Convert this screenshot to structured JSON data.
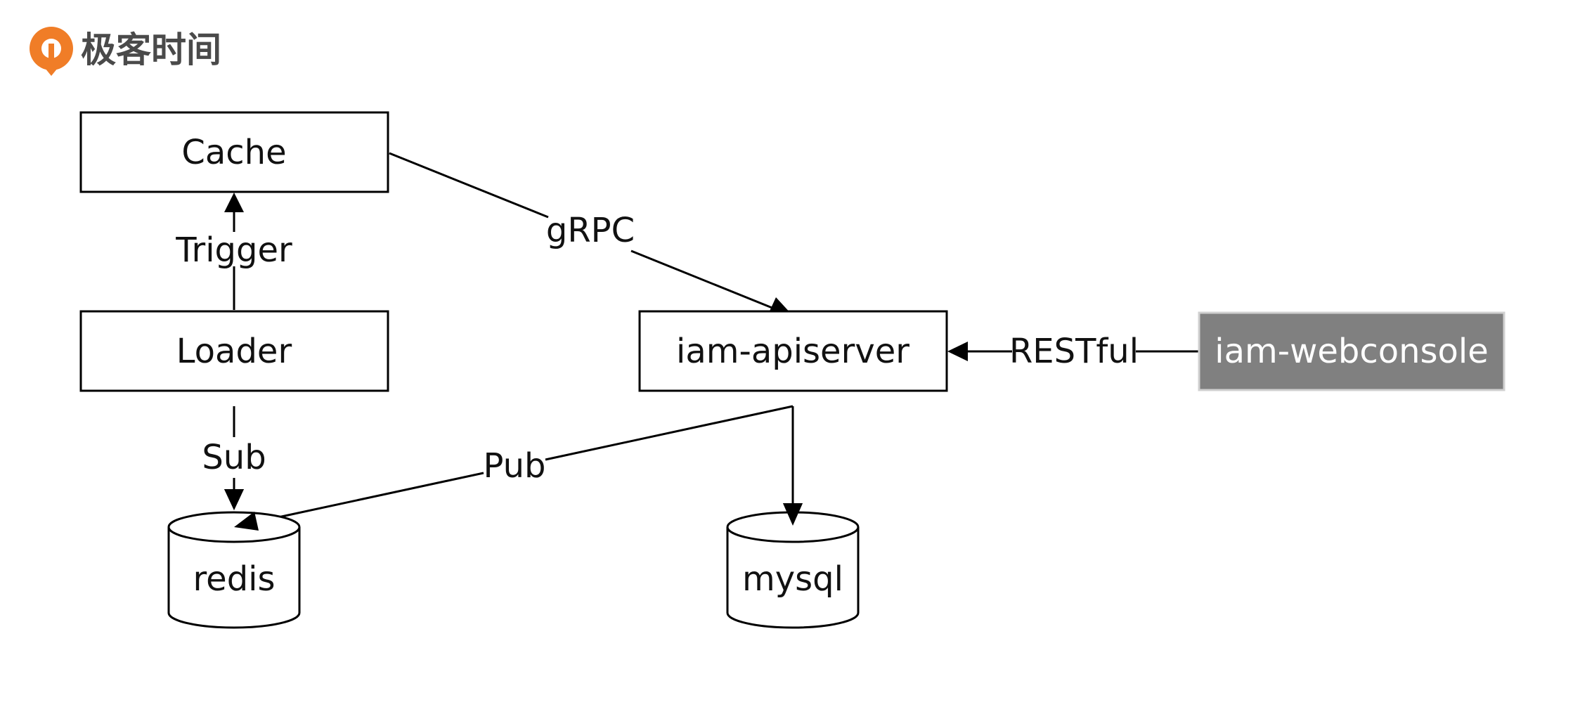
{
  "logo": {
    "text": "极客时间",
    "brand_color": "#F07D27"
  },
  "nodes": {
    "cache": "Cache",
    "loader": "Loader",
    "apiserver": "iam-apiserver",
    "webconsole": "iam-webconsole",
    "redis": "redis",
    "mysql": "mysql"
  },
  "edges": {
    "grpc": "gRPC",
    "trigger": "Trigger",
    "restful": "RESTful",
    "sub": "Sub",
    "pub": "Pub"
  },
  "colors": {
    "webconsole_fill": "#808080",
    "webconsole_border": "#d0d0d0",
    "line": "#000000"
  }
}
